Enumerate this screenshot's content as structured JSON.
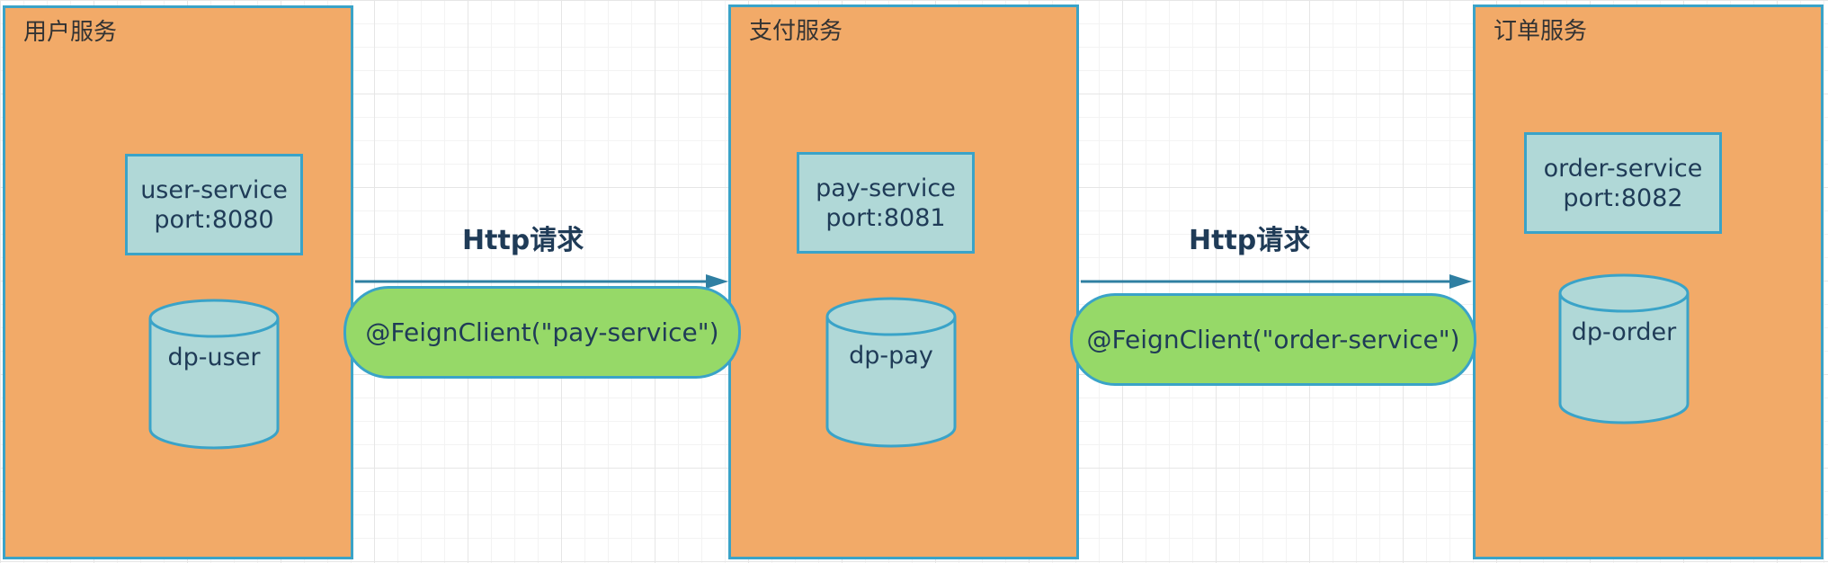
{
  "services": [
    {
      "title": "用户服务",
      "box_line1": "user-service",
      "box_line2": "port:8080",
      "db": "dp-user"
    },
    {
      "title": "支付服务",
      "box_line1": "pay-service",
      "box_line2": "port:8081",
      "db": "dp-pay"
    },
    {
      "title": "订单服务",
      "box_line1": "order-service",
      "box_line2": "port:8082",
      "db": "dp-order"
    }
  ],
  "connections": [
    {
      "label": "Http请求",
      "client": "@FeignClient(\"pay-service\")"
    },
    {
      "label": "Http请求",
      "client": "@FeignClient(\"order-service\")"
    }
  ],
  "colors": {
    "service_fill": "#f2aa68",
    "box_fill": "#b0d8d7",
    "pill_fill": "#96d968",
    "stroke": "#3aa3c8",
    "arrow": "#2f7fa2",
    "text": "#1f3b57"
  }
}
